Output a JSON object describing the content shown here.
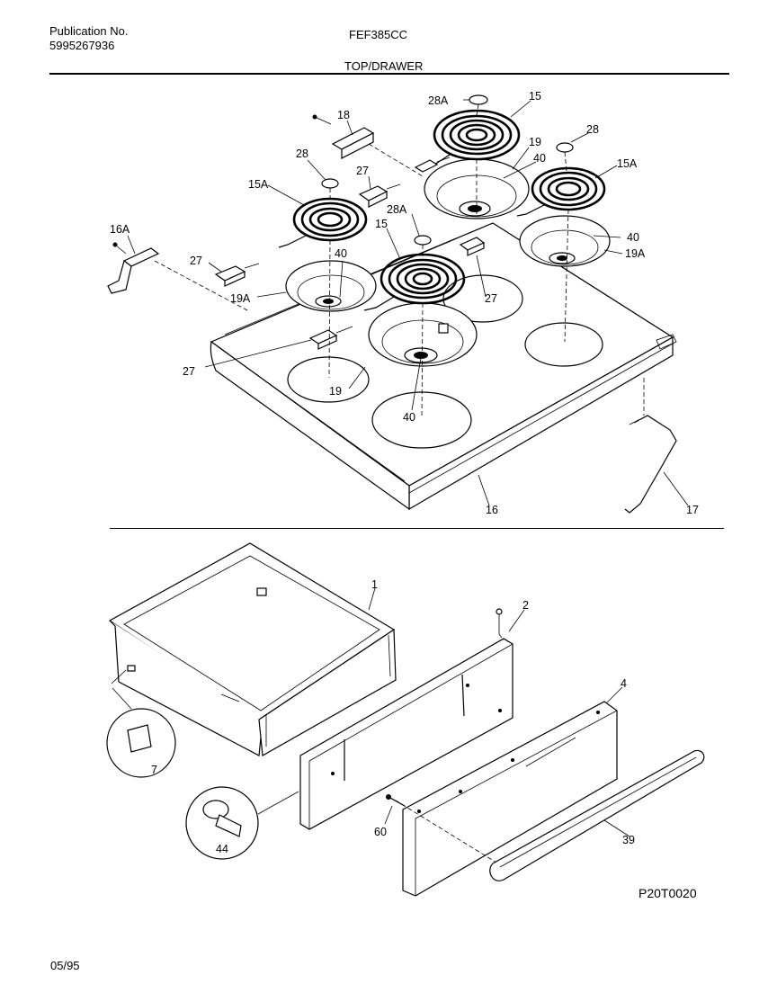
{
  "header": {
    "publication_label": "Publication No.",
    "publication_number": "5995267936",
    "model": "FEF385CC",
    "section": "TOP/DRAWER"
  },
  "footer": {
    "date": "05/95",
    "drawing_id": "P20T0020"
  },
  "callouts": {
    "c28A_top": "28A",
    "c15_top": "15",
    "c18": "18",
    "c28_left": "28",
    "c19_top": "19",
    "c28_right": "28",
    "c40_top": "40",
    "c15A_right": "15A",
    "c27_upper": "27",
    "c15A_left": "15A",
    "c28A_mid": "28A",
    "c15_mid": "15",
    "c16A": "16A",
    "c27_left": "27",
    "c40_left": "40",
    "c40_right": "40",
    "c19A_right": "19A",
    "c27_mid": "27",
    "c19A_left": "19A",
    "c27_bottom": "27",
    "c19_bottom": "19",
    "c40_bottom": "40",
    "c16": "16",
    "c17": "17",
    "c1": "1",
    "c2": "2",
    "c4": "4",
    "c7": "7",
    "c44": "44",
    "c60": "60",
    "c39": "39"
  }
}
